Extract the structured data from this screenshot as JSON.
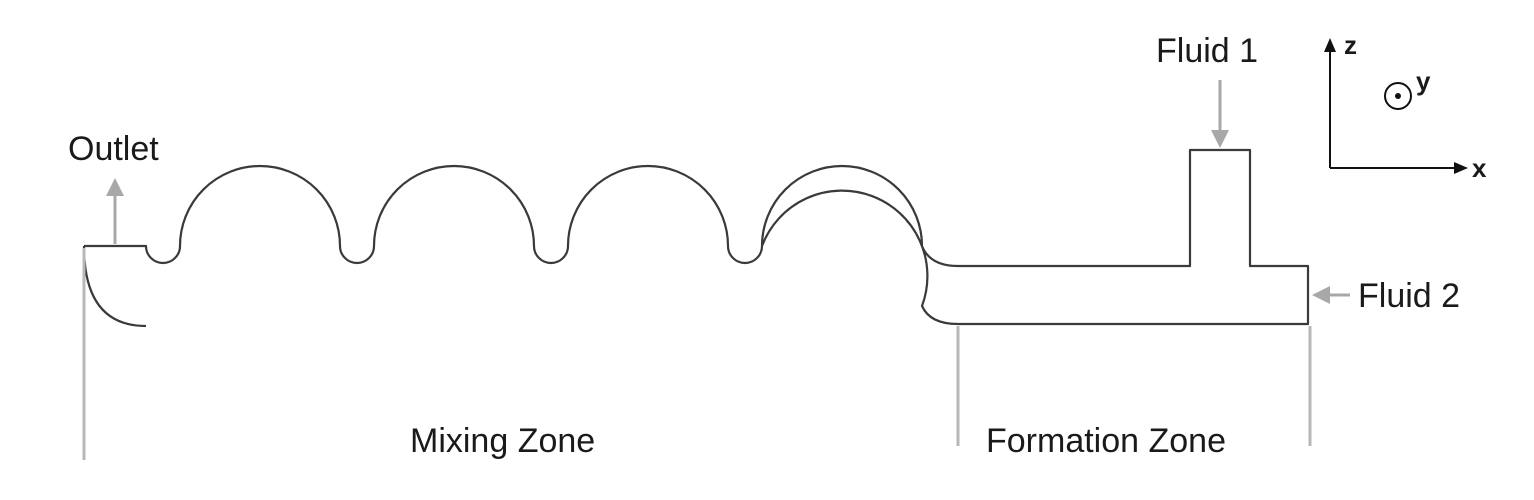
{
  "labels": {
    "outlet": "Outlet",
    "fluid1": "Fluid 1",
    "fluid2": "Fluid 2",
    "mixing_zone": "Mixing Zone",
    "formation_zone": "Formation Zone"
  },
  "axes": {
    "z": "z",
    "y": "y",
    "x": "x"
  }
}
